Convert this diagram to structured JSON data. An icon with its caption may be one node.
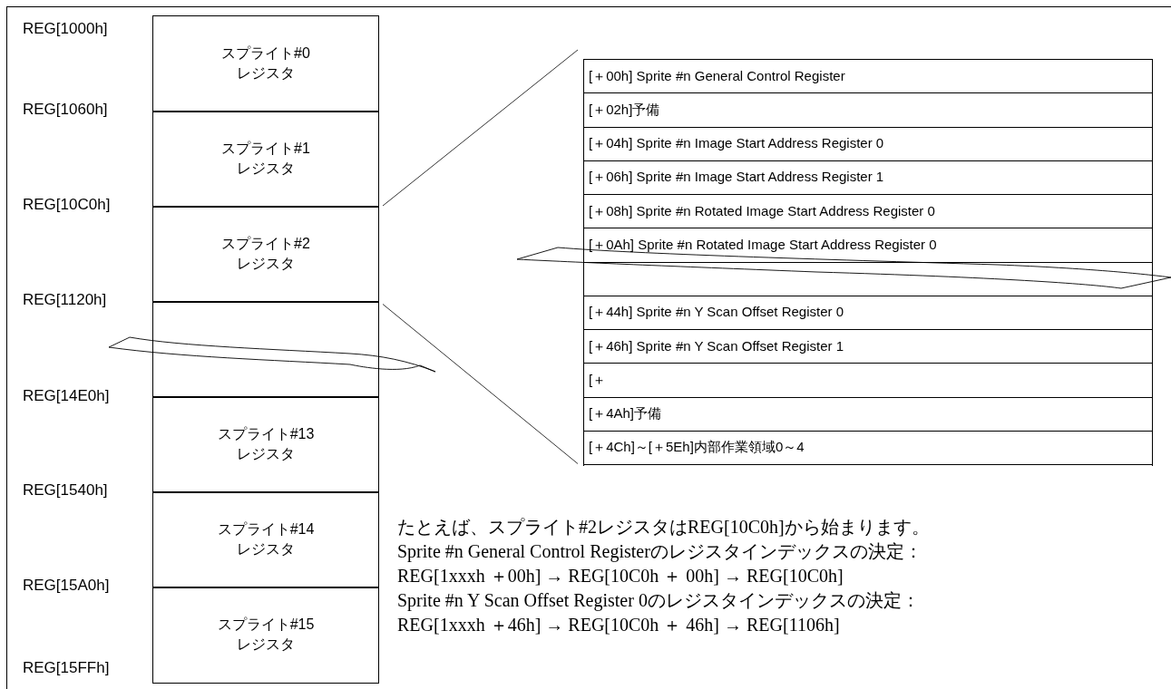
{
  "diagram": {
    "nodes": [
      {
        "text": [
          "スプライト#0 レジスタ"
        ]
      },
      {
        "text": [
          "スプライト#1 レジスタ"
        ]
      },
      {
        "text": [
          "スプライト#2 レジスタ"
        ]
      },
      {
        "text": [],
        "shape": "box"
      },
      {
        "text": [
          "スプライト#13 レジスタ"
        ]
      },
      {
        "text": [
          "スプライト#14 レジスタ"
        ]
      },
      {
        "text": [
          "スプライト#15 レジスタ"
        ]
      },
      {
        "text": [],
        "shape": "box"
      },
      {
        "text": [
          "[＋00h] Sprite #n General Control Register"
        ],
        "in": 7
      },
      {
        "text": [
          "[＋02h]予備"
        ],
        "in": 7
      },
      {
        "text": [
          "[＋04h] Sprite #n Image Start Address Register 0"
        ],
        "in": 7
      },
      {
        "text": [
          "[＋06h] Sprite #n Image Start Address Register 1"
        ],
        "in": 7
      },
      {
        "text": [
          "[＋08h] Sprite #n Rotated Image Start Address Register 0"
        ],
        "in": 7
      },
      {
        "text": [
          "[＋0Ah] Sprite #n Rotated Image Start Address Register 0"
        ],
        "in": 7
      },
      {
        "text": [],
        "shape": "box",
        "in": 7
      },
      {
        "text": [
          "[＋44h] Sprite #n Y Scan Offset Register 0"
        ],
        "in": 7
      },
      {
        "text": [
          "[＋46h] Sprite #n Y Scan Offset Register 1"
        ],
        "in": 7
      },
      {
        "text": [
          "[＋"
        ],
        "in": 7
      },
      {
        "text": [
          "[＋4Ah]予備"
        ],
        "in": 7
      },
      {
        "text": [
          "[＋4Ch]～[＋5Eh]内部作業領域0～4"
        ],
        "in": 7
      }
    ],
    "edges": [
      {
        "from": 2,
        "to": 7,
        "arrow": "none"
      },
      {
        "from": 2,
        "to": 7,
        "arrow": "none"
      }
    ],
    "labels": [
      "REG[1000h]",
      "REG[1060h]",
      "REG[10C0h]",
      "REG[1120h]",
      "REG[14E0h]",
      "REG[1540h]",
      "REG[15A0h]",
      "REG[15FFh]",
      "たとえば、スプライト#2レジスタはREG[10C0h]から始まります。",
      "Sprite #n General Control Registerのレジスタインデックスの決定：",
      "REG[1xxxh ＋00h] → REG[10C0h ＋ 00h] → REG[10C0h]",
      "Sprite #n Y Scan Offset Register 0のレジスタインデックスの決定：",
      "REG[1xxxh ＋46h] → REG[10C0h ＋ 46h] → REG[1106h]"
    ]
  }
}
